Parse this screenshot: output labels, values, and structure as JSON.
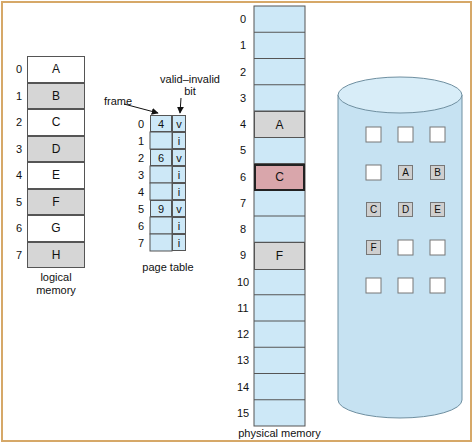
{
  "diagram": {
    "nodes": [
      {
        "text": [
          "logical memory"
        ]
      },
      {
        "text": [
          "A"
        ],
        "in": 0
      },
      {
        "text": [
          "B"
        ],
        "in": 0
      },
      {
        "text": [
          "C"
        ],
        "in": 0
      },
      {
        "text": [
          "D"
        ],
        "in": 0
      },
      {
        "text": [
          "E"
        ],
        "in": 0
      },
      {
        "text": [
          "F"
        ],
        "in": 0
      },
      {
        "text": [
          "G"
        ],
        "in": 0
      },
      {
        "text": [
          "H"
        ],
        "in": 0
      },
      {
        "text": [
          "page table"
        ]
      },
      {
        "text": [
          "4"
        ],
        "in": 9
      },
      {
        "text": [
          "v"
        ],
        "in": 9
      },
      {
        "text": [
          "i"
        ],
        "in": 9
      },
      {
        "text": [
          "6"
        ],
        "in": 9
      },
      {
        "text": [
          "v"
        ],
        "in": 9
      },
      {
        "text": [
          "i"
        ],
        "in": 9
      },
      {
        "text": [
          "i"
        ],
        "in": 9
      },
      {
        "text": [
          "9"
        ],
        "in": 9
      },
      {
        "text": [
          "v"
        ],
        "in": 9
      },
      {
        "text": [
          "i"
        ],
        "in": 9
      },
      {
        "text": [
          "i"
        ],
        "in": 9
      },
      {
        "text": [
          "physical memory"
        ]
      },
      {
        "text": [
          "A"
        ],
        "in": 21
      },
      {
        "text": [
          "C"
        ],
        "in": 21
      },
      {
        "text": [
          "F"
        ],
        "in": 21
      },
      {
        "text": [
          "A"
        ]
      },
      {
        "text": [
          "B"
        ]
      },
      {
        "text": [
          "C"
        ]
      },
      {
        "text": [
          "D"
        ]
      },
      {
        "text": [
          "E"
        ]
      },
      {
        "text": [
          "F"
        ]
      }
    ],
    "labels": [
      "0",
      "1",
      "2",
      "3",
      "4",
      "5",
      "6",
      "7",
      "frame",
      "valid–invalid bit",
      "0",
      "1",
      "2",
      "3",
      "4",
      "5",
      "6",
      "7",
      "0",
      "1",
      "2",
      "3",
      "4",
      "5",
      "6",
      "7",
      "8",
      "9",
      "10",
      "11",
      "12",
      "13",
      "14",
      "15"
    ]
  }
}
